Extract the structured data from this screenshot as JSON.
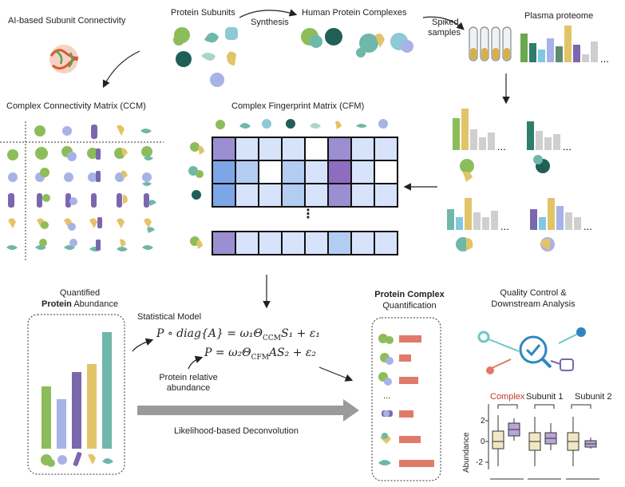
{
  "colors": {
    "green": "#8cbd5a",
    "teal": "#6fb7aa",
    "darkteal": "#1f5f57",
    "purple": "#7b67ad",
    "lavender": "#a7b3e6",
    "yellow": "#e2c468",
    "gray": "#cfcfcf",
    "salmon": "#e07a6a",
    "blue": "#4a7fd1"
  },
  "top": {
    "ai_title": "AI-based Subunit Connectivity",
    "subunits_title": "Protein Subunits",
    "synthesis": "Synthesis",
    "complexes_title": "Human Protein Complexes",
    "spiked": "Spiked",
    "samples": "samples",
    "plasma_title": "Plasma proteome",
    "ellipsis": "..."
  },
  "ccm_title": "Complex Connectivity Matrix (CCM)",
  "cfm_title": "Complex Fingerprint Matrix (CFM)",
  "cfm_vdots": "⋮",
  "left_bottom": {
    "line1": "Quantified",
    "line2_bold": "Protein",
    "line2_rest": " Abundance"
  },
  "model": {
    "title": "Statistical Model",
    "eq1": "P ∘ diag{A} = ω₁Θ꜀꜀ₘS₁ + ε₁",
    "eq1_lhs": "P ∘ diag{A} =",
    "eq1_rhs": "ω₁Θ",
    "eq1_sub": "CCM",
    "eq1_tail": "S₁ + ε₁",
    "eq2_lhs": "P =",
    "eq2_rhs": "ω₂Θ",
    "eq2_sub": "CFM",
    "eq2_tail": "AS₂ + ε₂",
    "rel1": "Protein relative",
    "rel2": "abundance",
    "arrow_label": "Likelihood-based Deconvolution"
  },
  "quant": {
    "line1": "Protein Complex",
    "line2": "Quantification",
    "dots": "..."
  },
  "qc": {
    "title1": "Quality Control &",
    "title2": "Downstream Analysis",
    "legend": [
      "Complex",
      "Subunit 1",
      "Subunit 2"
    ],
    "ylabel": "Abundance",
    "yticks": [
      "2",
      "0",
      "-2"
    ]
  }
}
